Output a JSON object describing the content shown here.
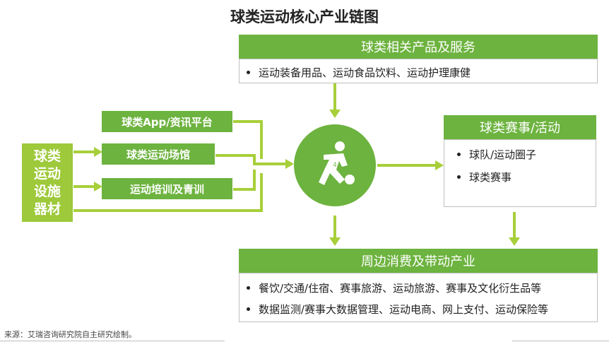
{
  "title": "球类运动核心产业链图",
  "top": {
    "header": "球类相关产品及服务",
    "items": [
      "运动装备用品、运动食品饮料、运动护理康健"
    ]
  },
  "right": {
    "header": "球类赛事/活动",
    "items": [
      "球队/运动圈子",
      "球类赛事"
    ]
  },
  "bottom": {
    "header": "周边消费及带动产业",
    "items": [
      "餐饮/交通/住宿、赛事旅游、运动旅游、赛事及文化衍生品等",
      "数据监测/赛事大数据管理、运动电商、网上支付、运动保险等"
    ]
  },
  "left": {
    "vertical": [
      "球类",
      "运动",
      "设施",
      "器材"
    ],
    "boxes": [
      "球类App/资讯平台",
      "球类运动场馆",
      "运动培训及青训"
    ]
  },
  "center_icon": "soccer-player-icon",
  "source": "来源：艾瑞咨询研究院自主研究绘制。",
  "colors": {
    "green": "#6db33f",
    "arrow": "#a7cf3a",
    "left_block": "#9dc93a"
  }
}
